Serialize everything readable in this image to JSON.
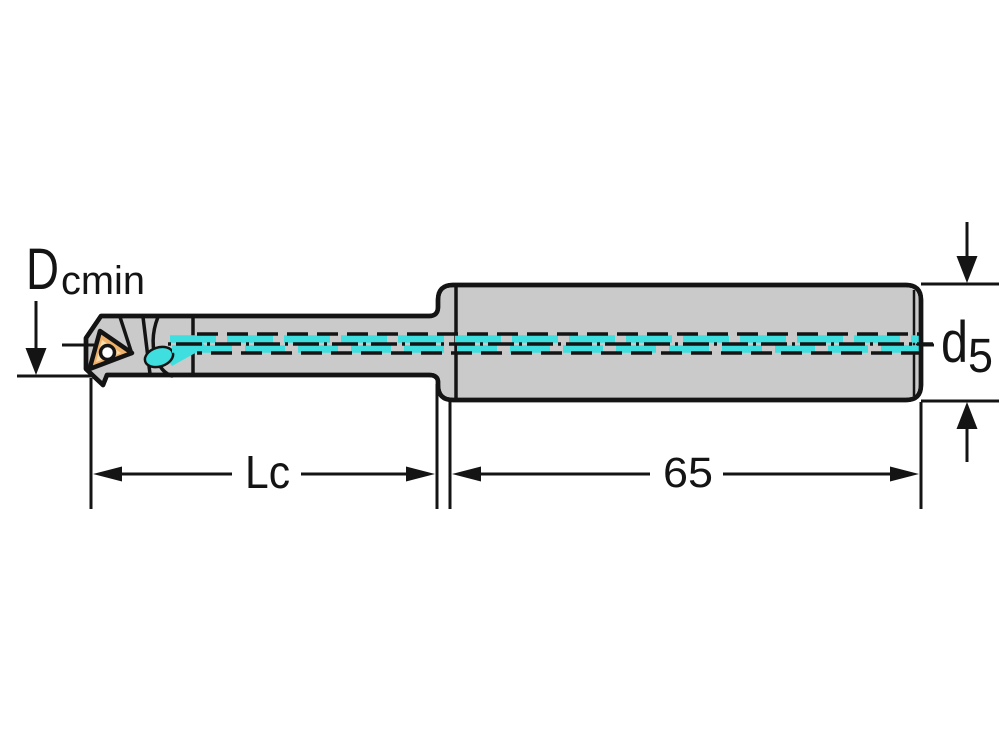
{
  "figure": {
    "type": "technical_drawing",
    "subject": "boring-bar-with-triangular-insert-side-view"
  },
  "labels": {
    "min_bore_diameter": {
      "main": "D",
      "sub": "cmin"
    },
    "shank_diameter": {
      "main": "d",
      "sub": "5"
    },
    "cutting_length": "Lc",
    "shank_length": "65"
  },
  "colors": {
    "background": "#ffffff",
    "body-fill": "#cacaca",
    "outline": "#141414",
    "dimension": "#141414",
    "insert-fill": "#f0b269",
    "insert-inner": "#f8dcae",
    "coolant": "#3fdfe0"
  }
}
